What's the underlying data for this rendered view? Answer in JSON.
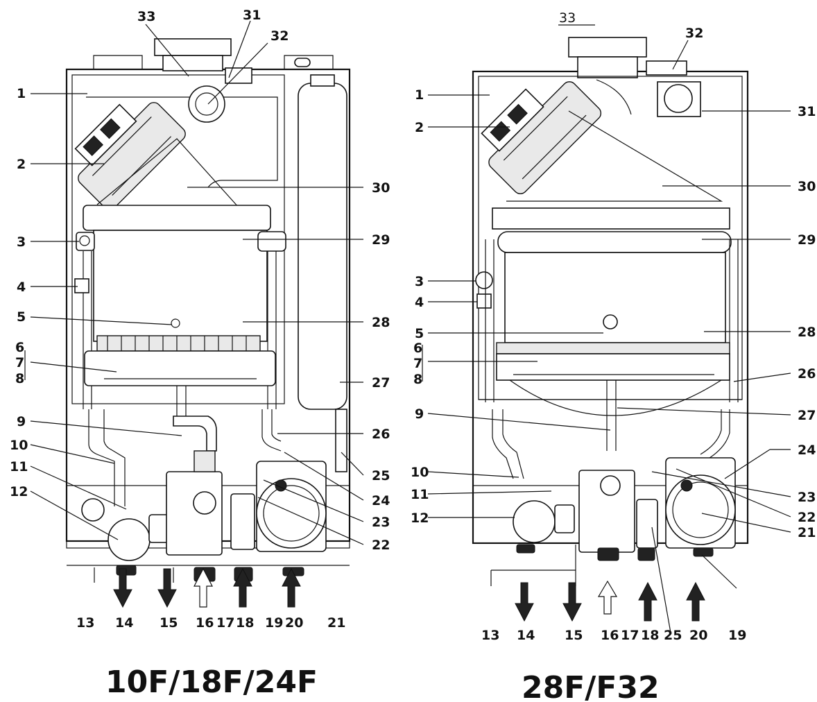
{
  "left_model": {
    "title": "10F/18F/24F",
    "labels": [
      "1",
      "2",
      "3",
      "4",
      "5",
      "6",
      "7",
      "8",
      "9",
      "10",
      "11",
      "12",
      "13",
      "14",
      "15",
      "16",
      "17",
      "18",
      "19",
      "20",
      "21",
      "22",
      "23",
      "24",
      "25",
      "26",
      "27",
      "28",
      "29",
      "30",
      "31",
      "32",
      "33"
    ]
  },
  "right_model": {
    "title": "28F/F32",
    "labels": [
      "1",
      "2",
      "3",
      "4",
      "5",
      "6",
      "7",
      "8",
      "9",
      "10",
      "11",
      "12",
      "13",
      "14",
      "15",
      "16",
      "17",
      "18",
      "19",
      "20",
      "21",
      "22",
      "23",
      "24",
      "25",
      "26",
      "27",
      "28",
      "29",
      "30",
      "31",
      "32",
      "33"
    ]
  },
  "colors": {
    "ink": "#111111",
    "background": "#ffffff",
    "fill_light": "#e9e9e9"
  }
}
